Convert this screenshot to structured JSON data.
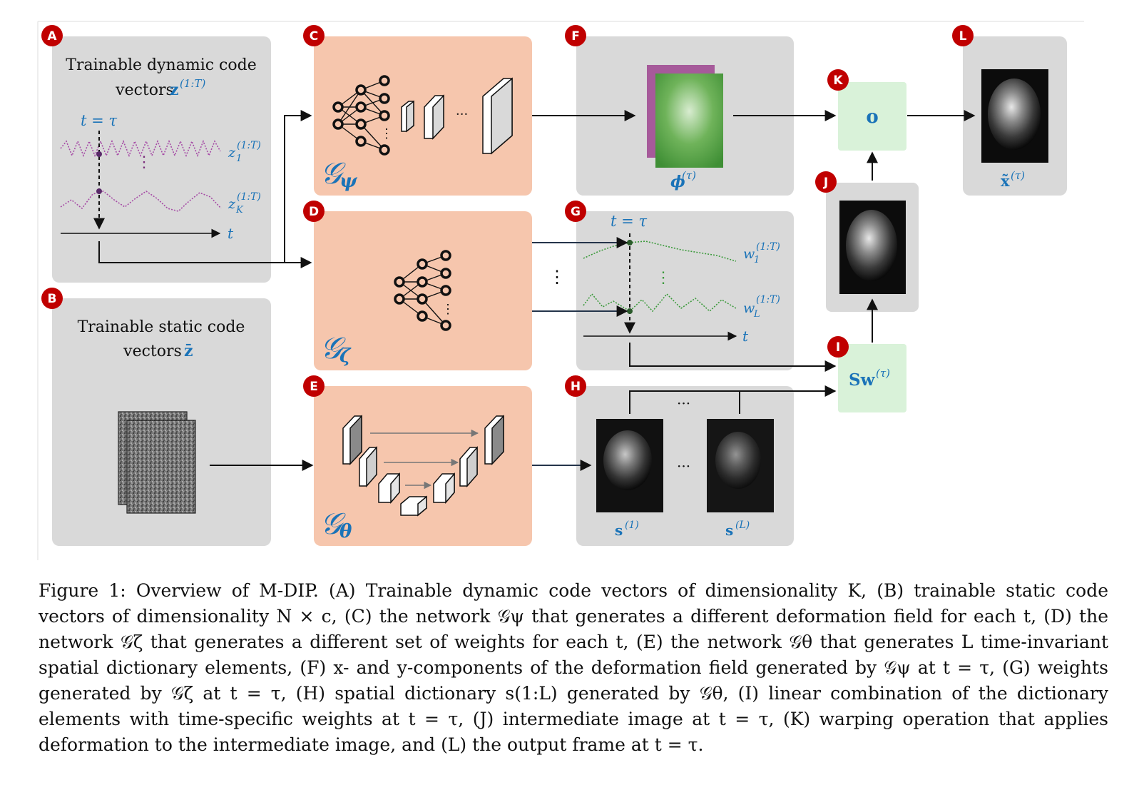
{
  "panels": {
    "A": {
      "letter": "A",
      "title_line1": "Trainable dynamic code",
      "title_line2": "vectors",
      "vec": "z",
      "vec_sup": "(1:T)",
      "time_label": "t = τ",
      "series1": "z",
      "series1_sub": "1",
      "series1_sup": "(1:T)",
      "seriesK": "z",
      "seriesK_sub": "K",
      "seriesK_sup": "(1:T)",
      "axis": "t"
    },
    "B": {
      "letter": "B",
      "title_line1": "Trainable static code",
      "title_line2": "vectors",
      "vec": "z̄"
    },
    "C": {
      "letter": "C",
      "net": "𝒢",
      "net_sub": "ψ",
      "ellipsis": "···"
    },
    "D": {
      "letter": "D",
      "net": "𝒢",
      "net_sub": "ζ"
    },
    "E": {
      "letter": "E",
      "net": "𝒢",
      "net_sub": "θ"
    },
    "F": {
      "letter": "F",
      "field": "ϕ",
      "field_sup": "(τ)"
    },
    "G": {
      "letter": "G",
      "time_label": "t = τ",
      "w1": "w",
      "w1_sub": "1",
      "w1_sup": "(1:T)",
      "wL": "w",
      "wL_sub": "L",
      "wL_sup": "(1:T)",
      "axis": "t"
    },
    "H": {
      "letter": "H",
      "s1": "s",
      "s1_sup": "(1)",
      "sL": "s",
      "sL_sup": "(L)",
      "ellipsis": "···"
    },
    "I": {
      "letter": "I",
      "text": "Sw",
      "text_sup": "(τ)"
    },
    "J": {
      "letter": "J"
    },
    "K": {
      "letter": "K",
      "symbol": "o"
    },
    "L": {
      "letter": "L",
      "out": "x̃",
      "out_sup": "(τ)"
    }
  },
  "colors": {
    "panel_gray": "#d9d9d9",
    "network_orange": "#f6c6ad",
    "op_green": "#d9f2d9",
    "badge_red": "#c00000",
    "math_blue": "#1a73b8",
    "wave_purple": "#a64ca6",
    "wave_green": "#3c9a3c"
  },
  "caption": "Figure 1: Overview of M-DIP. (A) Trainable dynamic code vectors of dimensionality K, (B) trainable static code vectors of dimensionality N × c, (C) the network 𝒢ψ that generates a different deformation field for each t, (D) the network 𝒢ζ that generates a different set of weights for each t, (E) the network 𝒢θ that generates L time-invariant spatial dictionary elements, (F) x- and y-components of the deformation field generated by 𝒢ψ at t = τ, (G) weights generated by 𝒢ζ at t = τ, (H) spatial dictionary s(1:L) generated by 𝒢θ, (I) linear combination of the dictionary elements with time-specific weights at t = τ, (J) intermediate image at t = τ, (K) warping operation that applies deformation to the intermediate image, and (L) the output frame at t = τ."
}
